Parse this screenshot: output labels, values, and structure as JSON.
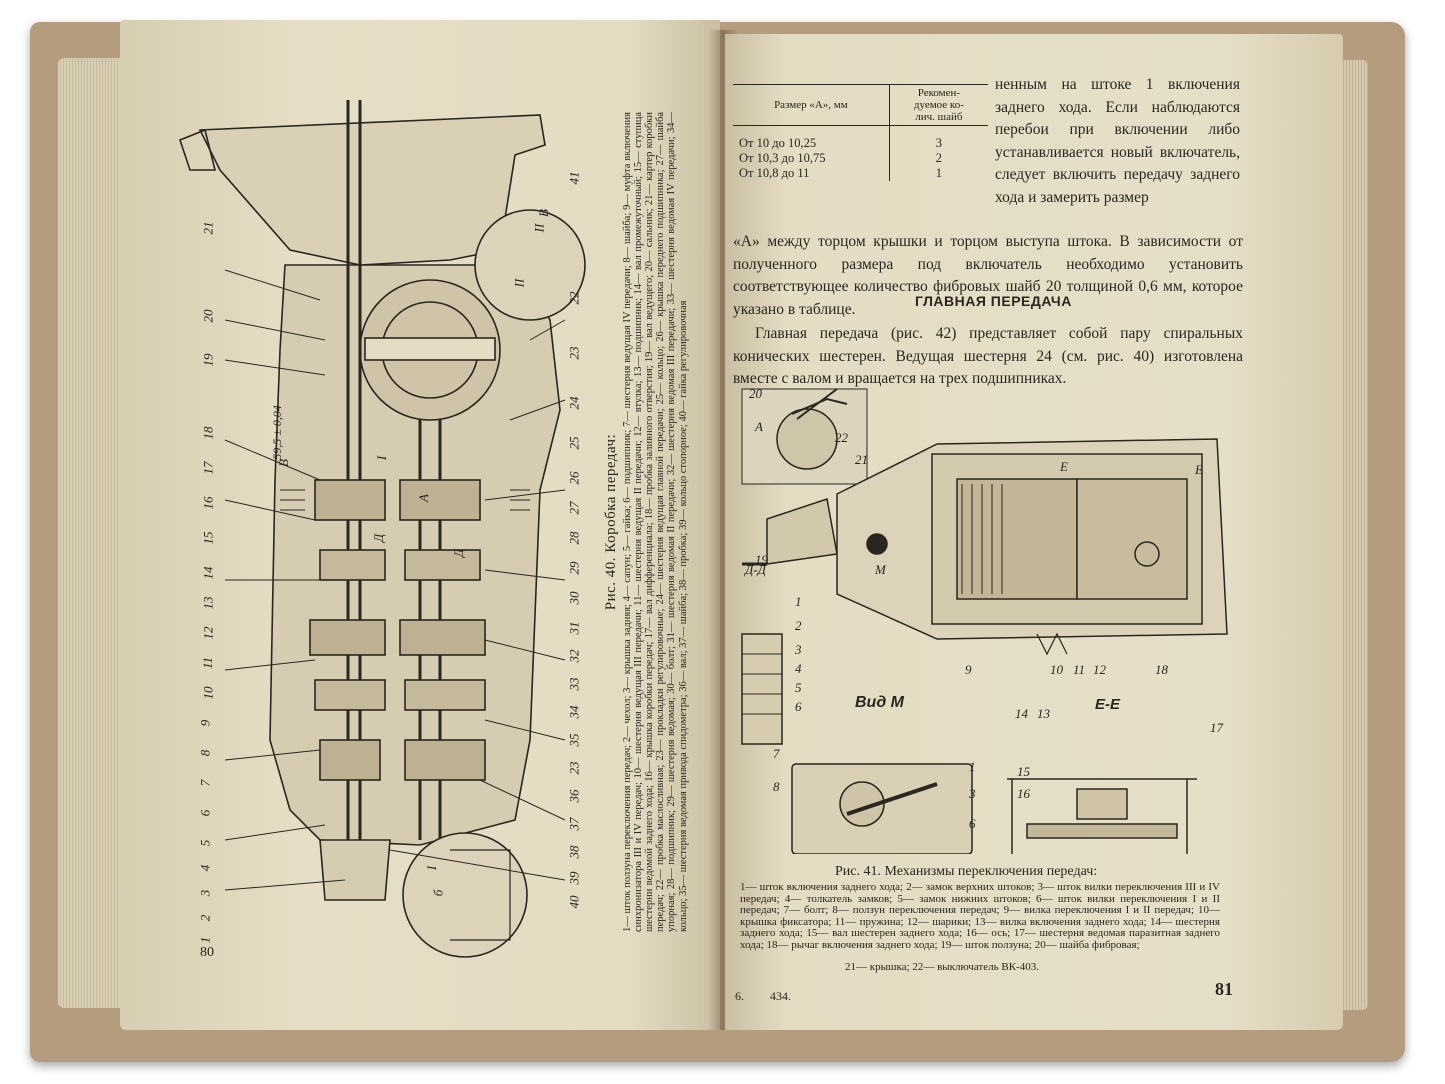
{
  "left_page": {
    "page_number": "80",
    "figure_caption_title": "Рис. 40. Коробка передач:",
    "figure_caption_body": "1— шток ползуна переключения передач; 2— чехол; 3— крышка задняя; 4— сапун; 5— гайка; 6— подшипник; 7— шестерня ведущая IV передачи; 8— шайба; 9— муфта включения синхронизатора III и IV передач; 10— шестерня ведущая III передачи; 11— шестерня ведущая II передачи; 12— втулка; 13— подшипник; 14— вал промежуточный; 15— ступица шестерни ведомой заднего хода; 16— крышка коробки передач; 17— вал дифференциала; 18— пробка заливного отверстия; 19— вал ведущего; 20— сальник; 21— картер коробки передач; 22— пробка маслосливная; 23— прокладки регулировочные; 24— шестерня ведущая главной передачи; 25— кольцо; 26— крышка переднего подшипника; 27— шайба упорная; 28— подшипник; 29— шестерня ведомая; 30— болт; 31— шестерня ведомая II передачи; 32— шестерня ведомая III передачи; 33— шестерня ведомая IV передачи; 34— кольцо; 35— шестерня ведомая привода спидометра; 36— вал; 37— шайба; 38— пробка; 39— кольцо стопорное; 40— гайка регулировочная",
    "dimension_label": "59,5 ± 0,04",
    "callouts_right": [
      "41",
      "22",
      "23",
      "24",
      "25",
      "26",
      "27",
      "28",
      "29",
      "30",
      "31",
      "32",
      "33",
      "34",
      "35",
      "23",
      "36",
      "37",
      "38",
      "39",
      "40"
    ],
    "callouts_left": [
      "21",
      "20",
      "19",
      "18",
      "17",
      "16",
      "15",
      "14",
      "13",
      "12",
      "11",
      "10",
      "9",
      "8",
      "7",
      "6",
      "5",
      "4",
      "3",
      "2",
      "1"
    ],
    "section_marks": [
      "В",
      "В",
      "Д",
      "I",
      "I",
      "А",
      "Д",
      "II",
      "II",
      "б"
    ]
  },
  "right_page": {
    "page_number": "81",
    "signature_mark": "6.",
    "signature_code": "434.",
    "table": {
      "headers": [
        "Размер «А», мм",
        "Рекомен-\nдуемое ко-\nлич. шайб"
      ],
      "rows": [
        [
          "От 10   до 10,25",
          "3"
        ],
        [
          "От 10,3  до 10,75",
          "2"
        ],
        [
          "От 10,8  до 11",
          "1"
        ]
      ]
    },
    "text_beside_table": "ненным на штоке 1 включения заднего хода. Если наблюдаются перебои при включении либо устанавливается новый включатель, следует включить передачу заднего хода и замерить размер",
    "text_continued": "«А» между торцом крышки и торцом выступа штока. В зависимости от полученного размера под включатель необходимо установить соответствующее количество фибровых шайб 20 толщиной 0,6 мм, которое указано в таблице.",
    "section_title": "ГЛАВНАЯ ПЕРЕДАЧА",
    "section_paragraph": "Главная передача (рис. 42) представляет собой пару спиральных конических шестерен. Ведущая шестерня 24 (см. рис. 40) изготовлена вместе с валом и вращается на трех подшипниках.",
    "figure_labels": {
      "top_numbers": [
        "20",
        "22",
        "21",
        "19"
      ],
      "section_dd": "Д-Д",
      "section_dd_numbers": [
        "1",
        "2",
        "3",
        "4",
        "5",
        "6"
      ],
      "view_m": "Вид М",
      "view_m_numbers": [
        "7",
        "8",
        "1",
        "3",
        "6"
      ],
      "section_ee": "Е-Е",
      "section_ee_numbers": [
        "14",
        "13",
        "17",
        "15",
        "16"
      ],
      "bottom_numbers": [
        "9",
        "10",
        "11",
        "12",
        "18"
      ],
      "letters": [
        "А",
        "М",
        "Е",
        "Е"
      ]
    },
    "figure_caption_title": "Рис. 41. Механизмы переключения передач:",
    "figure_caption_body": "1— шток включения заднего хода; 2— замок верхних штоков; 3— шток вилки переключения III и IV передач; 4— толкатель замков; 5— замок нижних штоков; 6— шток вилки переключения I и II передач; 7— болт; 8— ползун переключения передач; 9— вилка переключения I и II передач; 10— крышка фиксатора; 11— пружина; 12— шарики; 13— вилка включения заднего хода; 14— шестерня заднего хода; 15— вал шестерен заднего хода; 16— ось; 17— шестерня ведомая паразитная заднего хода; 18— рычаг включения заднего хода; 19— шток ползуна; 20— шайба фибровая;",
    "figure_caption_end": "21— крышка; 22— выключатель ВК-403."
  }
}
